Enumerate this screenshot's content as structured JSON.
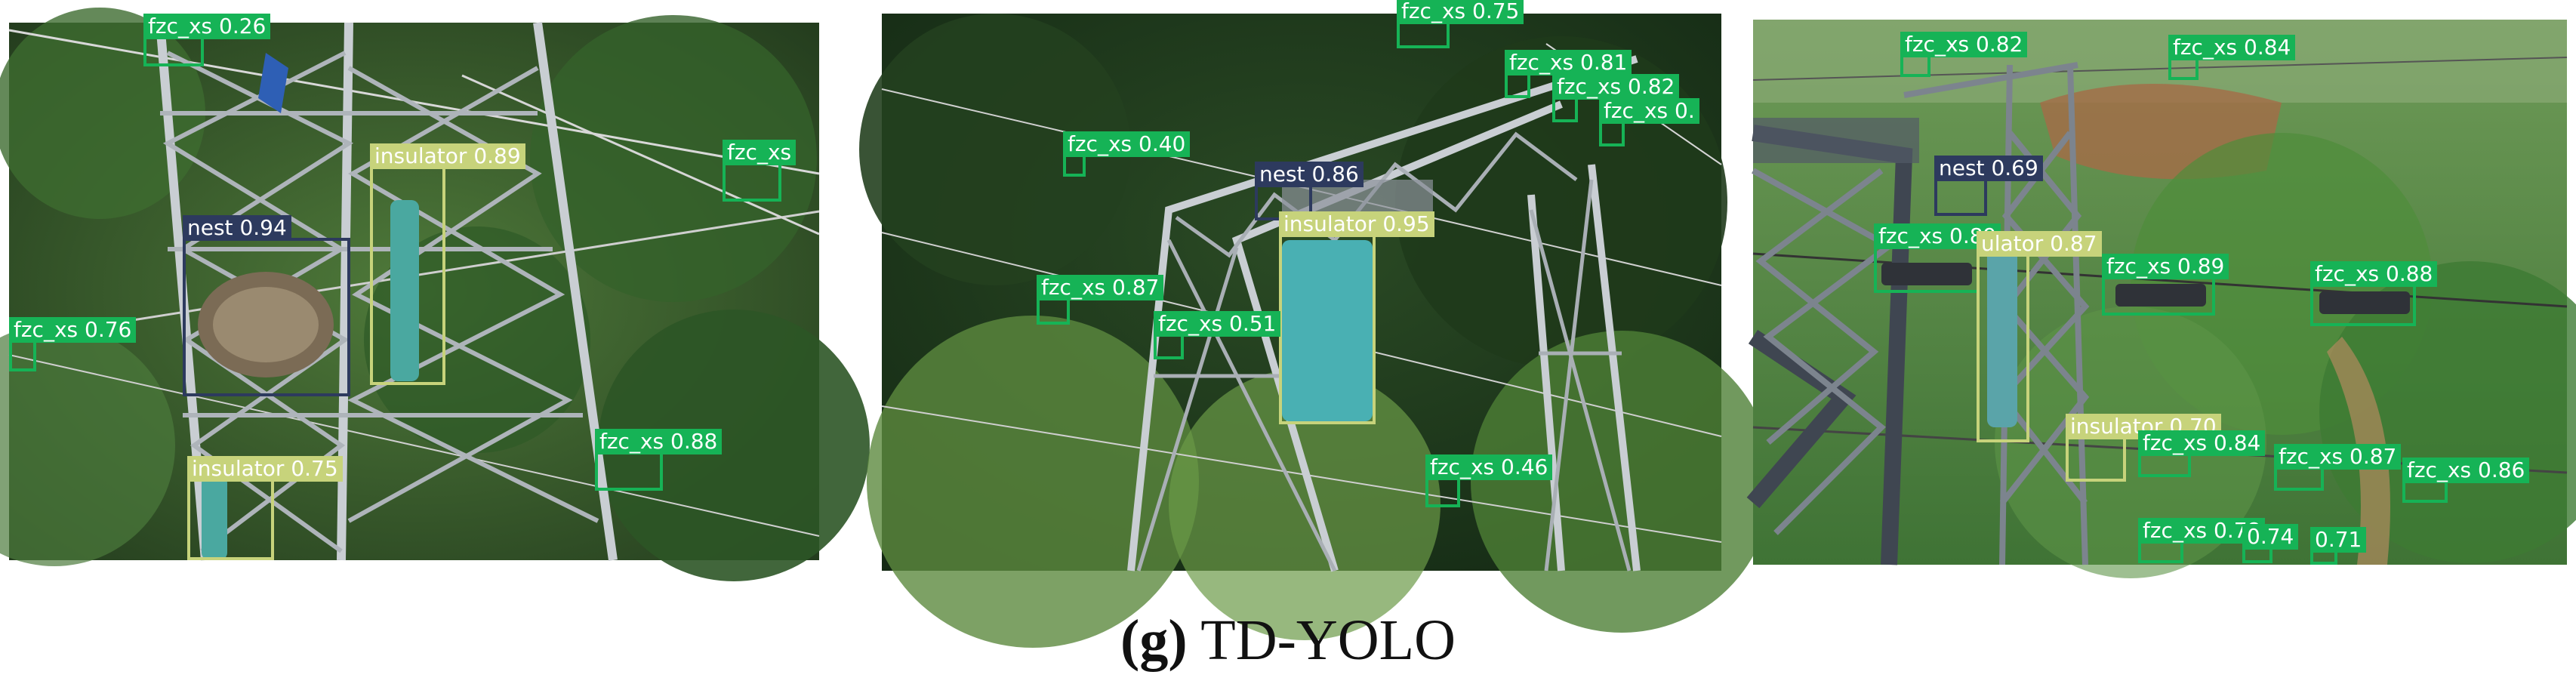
{
  "panels": [
    {
      "id": "left",
      "detections": [
        {
          "cls": "fzc_xs",
          "label": "fzc_xs 0.26"
        },
        {
          "cls": "fzc_xs",
          "label": "fzc_xs"
        },
        {
          "cls": "insulator",
          "label": "insulator 0.89"
        },
        {
          "cls": "nest",
          "label": "nest 0.94"
        },
        {
          "cls": "fzc_xs",
          "label": "fzc_xs 0.76"
        },
        {
          "cls": "insulator",
          "label": "insulator 0.75"
        },
        {
          "cls": "fzc_xs",
          "label": "fzc_xs 0.88"
        }
      ]
    },
    {
      "id": "middle",
      "detections": [
        {
          "cls": "fzc_xs",
          "label": "fzc_xs 0.75"
        },
        {
          "cls": "fzc_xs",
          "label": "fzc_xs 0.81"
        },
        {
          "cls": "fzc_xs",
          "label": "fzc_xs 0.82"
        },
        {
          "cls": "fzc_xs",
          "label": "fzc_xs 0."
        },
        {
          "cls": "fzc_xs",
          "label": "fzc_xs 0.40"
        },
        {
          "cls": "nest",
          "label": "nest 0.86"
        },
        {
          "cls": "insulator",
          "label": "insulator 0.95"
        },
        {
          "cls": "fzc_xs",
          "label": "fzc_xs 0.87"
        },
        {
          "cls": "fzc_xs",
          "label": "fzc_xs 0.51"
        },
        {
          "cls": "fzc_xs",
          "label": "fzc_xs 0.46"
        }
      ]
    },
    {
      "id": "right",
      "detections": [
        {
          "cls": "fzc_xs",
          "label": "fzc_xs 0.82"
        },
        {
          "cls": "fzc_xs",
          "label": "fzc_xs 0.84"
        },
        {
          "cls": "nest",
          "label": "nest 0.69"
        },
        {
          "cls": "fzc_xs",
          "label": "fzc_xs 0.89"
        },
        {
          "cls": "insulator",
          "label": "ulator 0.87"
        },
        {
          "cls": "fzc_xs",
          "label": "fzc_xs 0.89"
        },
        {
          "cls": "fzc_xs",
          "label": "fzc_xs 0.88"
        },
        {
          "cls": "insulator",
          "label": "insulator 0.70"
        },
        {
          "cls": "fzc_xs",
          "label": "fzc_xs 0.84"
        },
        {
          "cls": "fzc_xs",
          "label": "fzc_xs 0.87"
        },
        {
          "cls": "fzc_xs",
          "label": "fzc_xs 0.86"
        },
        {
          "cls": "fzc_xs",
          "label": "fzc_xs 0.78"
        },
        {
          "cls": "fzc_xs",
          "label": "0.74"
        },
        {
          "cls": "fzc_xs",
          "label": "0.71"
        }
      ]
    }
  ],
  "caption": {
    "letter": "(g)",
    "text": "TD-YOLO"
  },
  "colors": {
    "fzc_xs": "#16b356",
    "insulator": "#c7d37b",
    "nest": "#2d3a5e"
  }
}
